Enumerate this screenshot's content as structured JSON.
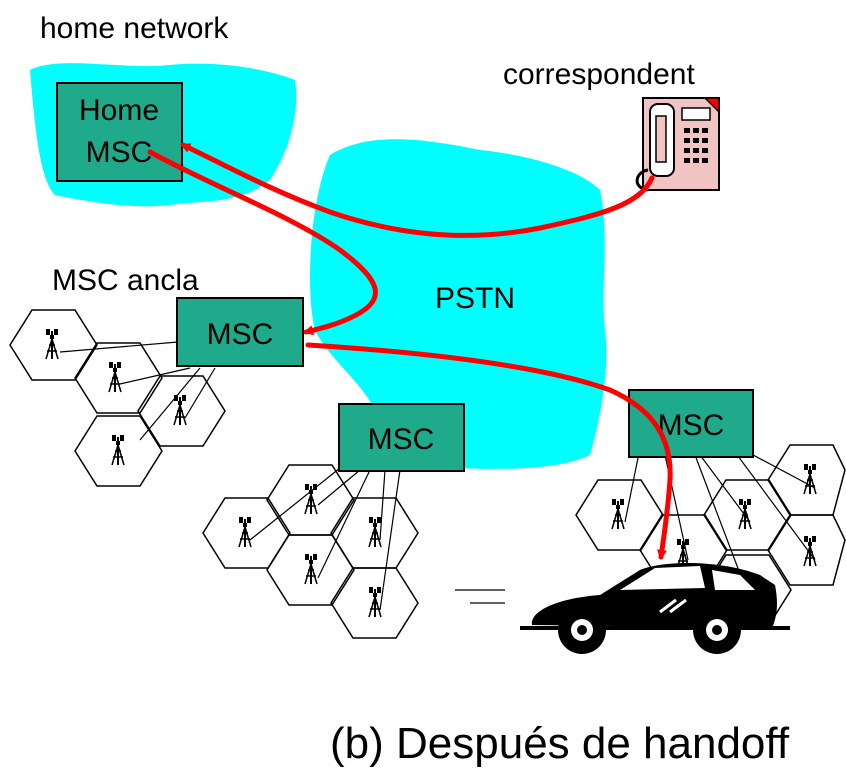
{
  "labels": {
    "home_network": "home network",
    "correspondent": "correspondent",
    "msc_anchor": "MSC ancla",
    "pstn": "PSTN",
    "caption": "(b) Después de handoff"
  },
  "boxes": {
    "home_msc_line1": "Home",
    "home_msc_line2": "MSC",
    "anchor_msc": "MSC",
    "middle_msc": "MSC",
    "right_msc": "MSC"
  },
  "colors": {
    "cloud": "#00ffff",
    "box": "#1faa8c",
    "route": "#ff0000",
    "hex_stroke": "#000000",
    "phone_body": "#f2c3c3"
  },
  "icons": {
    "phone": "telephone-icon",
    "car": "car-icon",
    "tower": "antenna-tower-icon"
  }
}
